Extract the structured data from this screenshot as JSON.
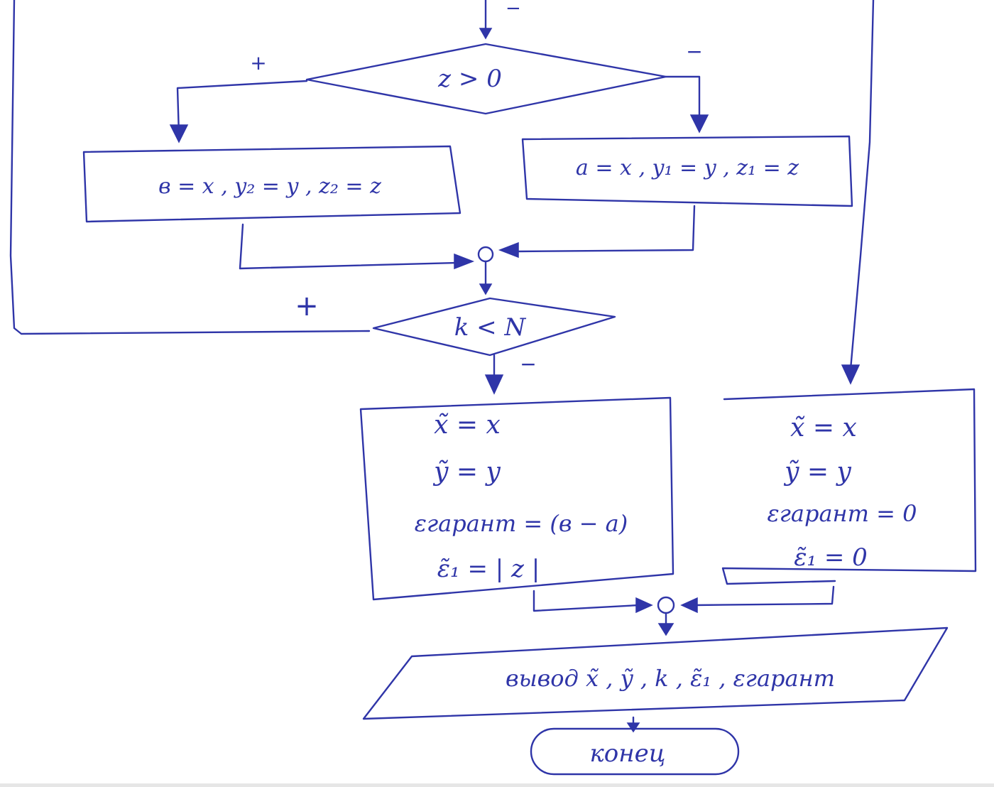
{
  "decision_z": {
    "text": "z > 0",
    "yes": "+",
    "no": "−"
  },
  "box_left": {
    "text": "в = x ,  y₂ = y , z₂ = z"
  },
  "box_right": {
    "text": "a = x , y₁ = y , z₁ = z"
  },
  "decision_k": {
    "text": "k < N",
    "yes": "+",
    "no": "−"
  },
  "top_sign": "−",
  "result_left": {
    "line1": "x̃  =  x",
    "line2": "ỹ  =  y",
    "line3": "εгарант = (в − a)",
    "line4": "ε̃₁  = | z |"
  },
  "result_right": {
    "line1": "x̃ = x",
    "line2": "ỹ = y",
    "line3": "εгарант = 0",
    "line4": "ε̃₁ = 0"
  },
  "output": {
    "text": "вывод x̃ , ỹ , k , ε̃₁ , εгарант"
  },
  "end": {
    "text": "конец"
  }
}
